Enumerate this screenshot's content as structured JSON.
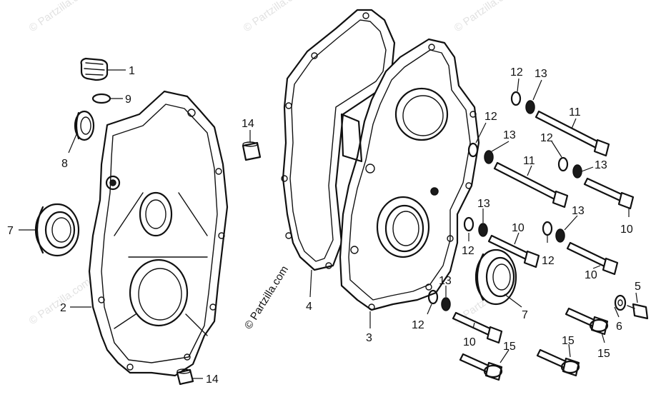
{
  "watermark": {
    "text": "© Partzilla.com"
  },
  "copyright": {
    "text": "© Partzilla.com"
  },
  "callouts": {
    "c1": "1",
    "c2": "2",
    "c3": "3",
    "c4": "4",
    "c5": "5",
    "c6": "6",
    "c7a": "7",
    "c7b": "7",
    "c8": "8",
    "c9": "9",
    "c10a": "10",
    "c10b": "10",
    "c10c": "10",
    "c10d": "10",
    "c11a": "11",
    "c11b": "11",
    "c12a": "12",
    "c12b": "12",
    "c12c": "12",
    "c12d": "12",
    "c12e": "12",
    "c12f": "12",
    "c13a": "13",
    "c13b": "13",
    "c13c": "13",
    "c13d": "13",
    "c13e": "13",
    "c13f": "13",
    "c14a": "14",
    "c14b": "14",
    "c15a": "15",
    "c15b": "15",
    "c15c": "15"
  }
}
